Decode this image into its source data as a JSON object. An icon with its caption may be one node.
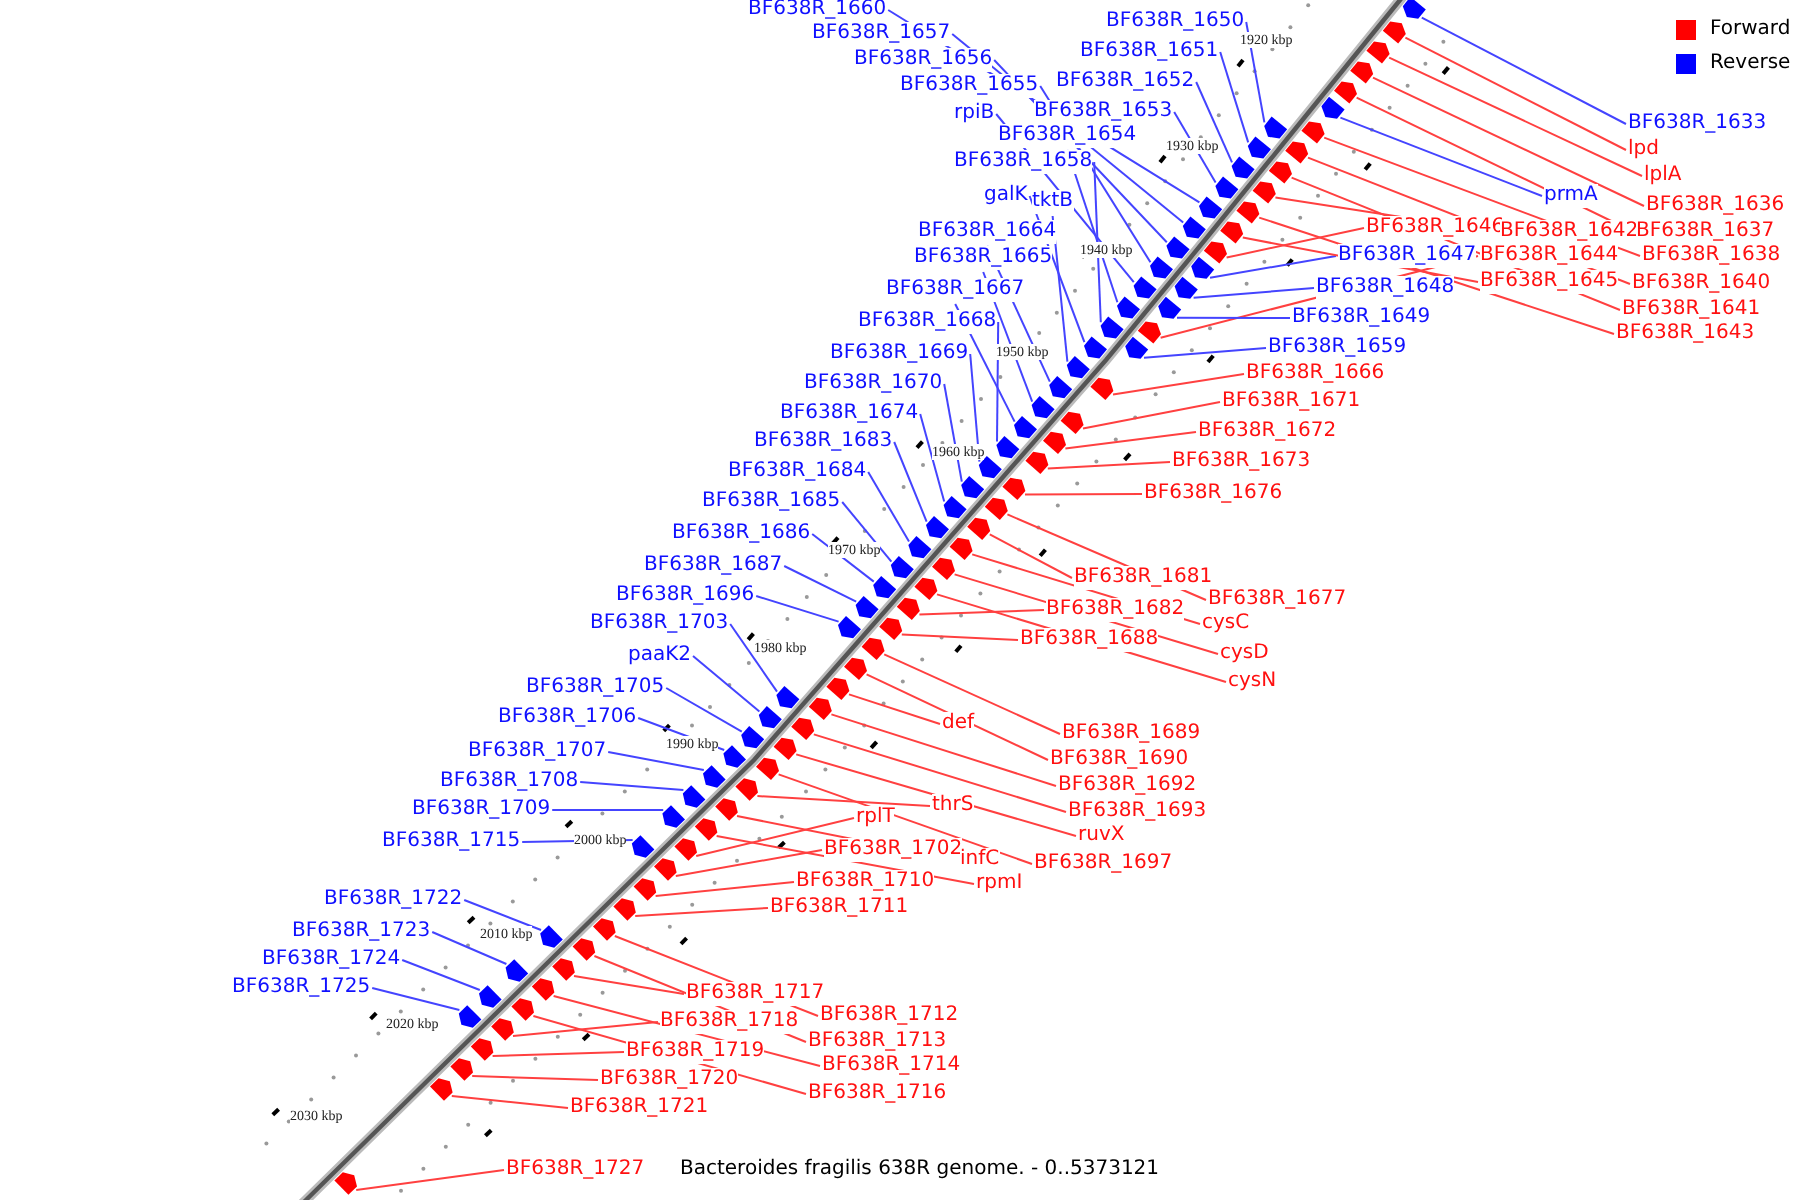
{
  "diagram": {
    "caption": "Bacteroides fragilis 638R genome. - 0..5373121",
    "nodes": [
      {
        "text": [
          "BF638R_1660"
        ]
      },
      {
        "text": [
          "BF638R_1650"
        ]
      },
      {
        "text": [
          "BF638R_1657"
        ]
      },
      {
        "text": [
          "BF638R_1651"
        ]
      },
      {
        "text": [
          "BF638R_1656"
        ]
      },
      {
        "text": [
          "BF638R_1652"
        ]
      },
      {
        "text": [
          "BF638R_1655"
        ]
      },
      {
        "text": [
          "BF638R_1633"
        ]
      },
      {
        "text": [
          "rpiB"
        ]
      },
      {
        "text": [
          "BF638R_1653"
        ]
      },
      {
        "text": [
          "BF638R_1654"
        ]
      },
      {
        "text": [
          "lpd"
        ]
      },
      {
        "text": [
          "BF638R_1658"
        ]
      },
      {
        "text": [
          "lplA"
        ]
      },
      {
        "text": [
          "galK"
        ]
      },
      {
        "text": [
          "tktB"
        ]
      },
      {
        "text": [
          "prmA"
        ]
      },
      {
        "text": [
          "BF638R_1636"
        ]
      },
      {
        "text": [
          "BF638R_1646"
        ]
      },
      {
        "text": [
          "BF638R_1642"
        ]
      },
      {
        "text": [
          "BF638R_1637"
        ]
      },
      {
        "text": [
          "BF638R_1664"
        ]
      },
      {
        "text": [
          "BF638R_1647"
        ]
      },
      {
        "text": [
          "BF638R_1644"
        ]
      },
      {
        "text": [
          "BF638R_1638"
        ]
      },
      {
        "text": [
          "BF638R_1665"
        ]
      },
      {
        "text": [
          "BF638R_1645"
        ]
      },
      {
        "text": [
          "BF638R_1640"
        ]
      },
      {
        "text": [
          "BF638R_1648"
        ]
      },
      {
        "text": [
          "BF638R_1667"
        ]
      },
      {
        "text": [
          "BF638R_1641"
        ]
      },
      {
        "text": [
          "BF638R_1649"
        ]
      },
      {
        "text": [
          "BF638R_1668"
        ]
      },
      {
        "text": [
          "BF638R_1643"
        ]
      },
      {
        "text": [
          "BF638R_1659"
        ]
      },
      {
        "text": [
          "BF638R_1669"
        ]
      },
      {
        "text": [
          "BF638R_1666"
        ]
      },
      {
        "text": [
          "BF638R_1670"
        ]
      },
      {
        "text": [
          "BF638R_1671"
        ]
      },
      {
        "text": [
          "BF638R_1674"
        ]
      },
      {
        "text": [
          "BF638R_1672"
        ]
      },
      {
        "text": [
          "BF638R_1683"
        ]
      },
      {
        "text": [
          "BF638R_1673"
        ]
      },
      {
        "text": [
          "BF638R_1684"
        ]
      },
      {
        "text": [
          "BF638R_1676"
        ]
      },
      {
        "text": [
          "BF638R_1685"
        ]
      },
      {
        "text": [
          "BF638R_1686"
        ]
      },
      {
        "text": [
          "BF638R_1687"
        ]
      },
      {
        "text": [
          "BF638R_1681"
        ]
      },
      {
        "text": [
          "BF638R_1696"
        ]
      },
      {
        "text": [
          "BF638R_1677"
        ]
      },
      {
        "text": [
          "BF638R_1682"
        ]
      },
      {
        "text": [
          "BF638R_1703"
        ]
      },
      {
        "text": [
          "cysC"
        ]
      },
      {
        "text": [
          "BF638R_1688"
        ]
      },
      {
        "text": [
          "cysD"
        ]
      },
      {
        "text": [
          "paaK2"
        ]
      },
      {
        "text": [
          "cysN"
        ]
      },
      {
        "text": [
          "BF638R_1705"
        ]
      },
      {
        "text": [
          "BF638R_1706"
        ]
      },
      {
        "text": [
          "def"
        ]
      },
      {
        "text": [
          "BF638R_1689"
        ]
      },
      {
        "text": [
          "BF638R_1707"
        ]
      },
      {
        "text": [
          "BF638R_1690"
        ]
      },
      {
        "text": [
          "BF638R_1708"
        ]
      },
      {
        "text": [
          "BF638R_1692"
        ]
      },
      {
        "text": [
          "thrS"
        ]
      },
      {
        "text": [
          "BF638R_1709"
        ]
      },
      {
        "text": [
          "BF638R_1693"
        ]
      },
      {
        "text": [
          "rplT"
        ]
      },
      {
        "text": [
          "ruvX"
        ]
      },
      {
        "text": [
          "BF638R_1715"
        ]
      },
      {
        "text": [
          "BF638R_1702"
        ]
      },
      {
        "text": [
          "infC"
        ]
      },
      {
        "text": [
          "BF638R_1697"
        ]
      },
      {
        "text": [
          "BF638R_1710"
        ]
      },
      {
        "text": [
          "rpmI"
        ]
      },
      {
        "text": [
          "BF638R_1722"
        ]
      },
      {
        "text": [
          "BF638R_1711"
        ]
      },
      {
        "text": [
          "BF638R_1723"
        ]
      },
      {
        "text": [
          "BF638R_1724"
        ]
      },
      {
        "text": [
          "BF638R_1725"
        ]
      },
      {
        "text": [
          "BF638R_1717"
        ]
      },
      {
        "text": [
          "BF638R_1712"
        ]
      },
      {
        "text": [
          "BF638R_1718"
        ]
      },
      {
        "text": [
          "BF638R_1713"
        ]
      },
      {
        "text": [
          "BF638R_1719"
        ]
      },
      {
        "text": [
          "BF638R_1714"
        ]
      },
      {
        "text": [
          "BF638R_1720"
        ]
      },
      {
        "text": [
          "BF638R_1716"
        ]
      },
      {
        "text": [
          "BF638R_1721"
        ]
      },
      {
        "text": [
          "BF638R_1727"
        ]
      },
      {
        "text": [],
        "shape": "arrow"
      },
      {
        "text": [],
        "shape": "arrow"
      },
      {
        "text": [],
        "shape": "arrow"
      },
      {
        "text": [],
        "shape": "arrow"
      },
      {
        "text": [],
        "shape": "arrow"
      },
      {
        "text": [],
        "shape": "arrow"
      },
      {
        "text": [],
        "shape": "arrow"
      },
      {
        "text": [],
        "shape": "arrow"
      },
      {
        "text": [],
        "shape": "arrow"
      },
      {
        "text": [],
        "shape": "arrow"
      },
      {
        "text": [],
        "shape": "arrow"
      },
      {
        "text": [],
        "shape": "arrow"
      },
      {
        "text": [],
        "shape": "arrow"
      },
      {
        "text": [],
        "shape": "arrow"
      },
      {
        "text": [],
        "shape": "arrow"
      },
      {
        "text": [],
        "shape": "arrow"
      },
      {
        "text": [],
        "shape": "arrow"
      },
      {
        "text": [],
        "shape": "arrow"
      },
      {
        "text": [],
        "shape": "arrow"
      },
      {
        "text": [],
        "shape": "arrow"
      },
      {
        "text": [],
        "shape": "arrow"
      },
      {
        "text": [],
        "shape": "arrow"
      },
      {
        "text": [],
        "shape": "arrow"
      },
      {
        "text": [],
        "shape": "arrow"
      },
      {
        "text": [],
        "shape": "arrow"
      },
      {
        "text": [],
        "shape": "arrow"
      },
      {
        "text": [],
        "shape": "arrow"
      },
      {
        "text": [],
        "shape": "arrow"
      },
      {
        "text": [],
        "shape": "arrow"
      },
      {
        "text": [],
        "shape": "arrow"
      },
      {
        "text": [],
        "shape": "arrow"
      },
      {
        "text": [],
        "shape": "arrow"
      },
      {
        "text": [],
        "shape": "arrow"
      },
      {
        "text": [],
        "shape": "arrow"
      },
      {
        "text": [],
        "shape": "arrow"
      },
      {
        "text": [],
        "shape": "arrow"
      },
      {
        "text": [],
        "shape": "arrow"
      },
      {
        "text": [],
        "shape": "arrow"
      },
      {
        "text": [],
        "shape": "arrow"
      },
      {
        "text": [],
        "shape": "arrow"
      },
      {
        "text": [],
        "shape": "arrow"
      },
      {
        "text": [],
        "shape": "arrow"
      },
      {
        "text": [],
        "shape": "arrow"
      },
      {
        "text": [],
        "shape": "arrow"
      },
      {
        "text": [],
        "shape": "arrow"
      },
      {
        "text": [],
        "shape": "arrow"
      },
      {
        "text": [],
        "shape": "arrow"
      },
      {
        "text": [],
        "shape": "arrow"
      },
      {
        "text": [],
        "shape": "arrow"
      },
      {
        "text": [],
        "shape": "arrow"
      },
      {
        "text": [],
        "shape": "arrow"
      },
      {
        "text": [],
        "shape": "arrow"
      },
      {
        "text": [],
        "shape": "arrow"
      },
      {
        "text": [],
        "shape": "arrow"
      },
      {
        "text": [],
        "shape": "arrow"
      },
      {
        "text": [],
        "shape": "arrow"
      },
      {
        "text": [],
        "shape": "arrow"
      },
      {
        "text": [],
        "shape": "arrow"
      },
      {
        "text": [],
        "shape": "arrow"
      },
      {
        "text": [],
        "shape": "arrow"
      },
      {
        "text": [],
        "shape": "arrow"
      },
      {
        "text": [],
        "shape": "arrow"
      },
      {
        "text": [],
        "shape": "arrow"
      },
      {
        "text": [],
        "shape": "arrow"
      },
      {
        "text": [],
        "shape": "arrow"
      },
      {
        "text": [],
        "shape": "arrow"
      },
      {
        "text": [],
        "shape": "arrow"
      },
      {
        "text": [],
        "shape": "arrow"
      },
      {
        "text": [],
        "shape": "arrow"
      },
      {
        "text": [],
        "shape": "arrow"
      },
      {
        "text": [],
        "shape": "arrow"
      },
      {
        "text": [],
        "shape": "arrow"
      },
      {
        "text": [],
        "shape": "arrow"
      },
      {
        "text": [],
        "shape": "arrow"
      },
      {
        "text": [],
        "shape": "arrow"
      },
      {
        "text": [],
        "shape": "arrow"
      },
      {
        "text": [],
        "shape": "arrow"
      },
      {
        "text": [],
        "shape": "arrow"
      },
      {
        "text": [],
        "shape": "arrow"
      },
      {
        "text": [],
        "shape": "arrow"
      },
      {
        "text": [],
        "shape": "arrow"
      },
      {
        "text": [],
        "shape": "arrow"
      },
      {
        "text": [],
        "shape": "arrow"
      },
      {
        "text": [],
        "shape": "arrow"
      },
      {
        "text": [],
        "shape": "arrow"
      },
      {
        "text": [],
        "shape": "arrow"
      },
      {
        "text": [],
        "shape": "arrow"
      },
      {
        "text": [],
        "shape": "arrow"
      },
      {
        "text": [],
        "shape": "arrow"
      },
      {
        "text": [],
        "shape": "arrow"
      },
      {
        "text": [],
        "shape": "arrow"
      },
      {
        "text": [],
        "shape": "arrow"
      }
    ],
    "edges": [
      {
        "from": 0,
        "to": 92,
        "arrow": "none",
        "color": "#4444ff"
      },
      {
        "from": 1,
        "to": 93,
        "arrow": "none",
        "color": "#4444ff"
      },
      {
        "from": 2,
        "to": 94,
        "arrow": "none",
        "color": "#4444ff"
      },
      {
        "from": 3,
        "to": 95,
        "arrow": "none",
        "color": "#4444ff"
      },
      {
        "from": 4,
        "to": 96,
        "arrow": "none",
        "color": "#4444ff"
      },
      {
        "from": 5,
        "to": 97,
        "arrow": "none",
        "color": "#4444ff"
      },
      {
        "from": 6,
        "to": 98,
        "arrow": "none",
        "color": "#4444ff"
      },
      {
        "from": 7,
        "to": 99,
        "arrow": "none",
        "color": "#4444ff"
      },
      {
        "from": 8,
        "to": 100,
        "arrow": "none",
        "color": "#4444ff"
      },
      {
        "from": 9,
        "to": 101,
        "arrow": "none",
        "color": "#4444ff"
      },
      {
        "from": 10,
        "to": 102,
        "arrow": "none",
        "color": "#4444ff"
      },
      {
        "from": 11,
        "to": 103,
        "arrow": "none"
      },
      {
        "from": 12,
        "to": 104,
        "arrow": "none",
        "color": "#4444ff"
      },
      {
        "from": 13,
        "to": 105,
        "arrow": "none"
      },
      {
        "from": 14,
        "to": 106,
        "arrow": "none",
        "color": "#4444ff"
      },
      {
        "from": 15,
        "to": 107,
        "arrow": "none",
        "color": "#4444ff"
      },
      {
        "from": 16,
        "to": 108,
        "arrow": "none",
        "color": "#4444ff"
      },
      {
        "from": 17,
        "to": 109,
        "arrow": "none"
      },
      {
        "from": 18,
        "to": 110,
        "arrow": "none"
      },
      {
        "from": 19,
        "to": 111,
        "arrow": "none"
      },
      {
        "from": 20,
        "to": 112,
        "arrow": "none"
      },
      {
        "from": 21,
        "to": 113,
        "arrow": "none",
        "color": "#4444ff"
      },
      {
        "from": 22,
        "to": 114,
        "arrow": "none",
        "color": "#4444ff"
      },
      {
        "from": 23,
        "to": 115,
        "arrow": "none"
      },
      {
        "from": 24,
        "to": 116,
        "arrow": "none"
      },
      {
        "from": 25,
        "to": 117,
        "arrow": "none",
        "color": "#4444ff"
      },
      {
        "from": 26,
        "to": 118,
        "arrow": "none"
      },
      {
        "from": 27,
        "to": 119,
        "arrow": "none"
      },
      {
        "from": 28,
        "to": 120,
        "arrow": "none",
        "color": "#4444ff"
      },
      {
        "from": 29,
        "to": 121,
        "arrow": "none",
        "color": "#4444ff"
      },
      {
        "from": 30,
        "to": 122,
        "arrow": "none"
      },
      {
        "from": 31,
        "to": 123,
        "arrow": "none",
        "color": "#4444ff"
      },
      {
        "from": 32,
        "to": 124,
        "arrow": "none",
        "color": "#4444ff"
      },
      {
        "from": 33,
        "to": 125,
        "arrow": "none"
      },
      {
        "from": 34,
        "to": 126,
        "arrow": "none",
        "color": "#4444ff"
      },
      {
        "from": 35,
        "to": 127,
        "arrow": "none",
        "color": "#4444ff"
      },
      {
        "from": 36,
        "to": 128,
        "arrow": "none"
      },
      {
        "from": 37,
        "to": 129,
        "arrow": "none",
        "color": "#4444ff"
      },
      {
        "from": 38,
        "to": 130,
        "arrow": "none"
      },
      {
        "from": 39,
        "to": 131,
        "arrow": "none",
        "color": "#4444ff"
      },
      {
        "from": 40,
        "to": 132,
        "arrow": "none"
      },
      {
        "from": 41,
        "to": 133,
        "arrow": "none",
        "color": "#4444ff"
      },
      {
        "from": 42,
        "to": 134,
        "arrow": "none"
      },
      {
        "from": 43,
        "to": 135,
        "arrow": "none",
        "color": "#4444ff"
      },
      {
        "from": 44,
        "to": 136,
        "arrow": "none"
      },
      {
        "from": 45,
        "to": 137,
        "arrow": "none",
        "color": "#4444ff"
      },
      {
        "from": 46,
        "to": 138,
        "arrow": "none",
        "color": "#4444ff"
      },
      {
        "from": 47,
        "to": 139,
        "arrow": "none",
        "color": "#4444ff"
      },
      {
        "from": 48,
        "to": 140,
        "arrow": "none"
      },
      {
        "from": 49,
        "to": 141,
        "arrow": "none",
        "color": "#4444ff"
      },
      {
        "from": 50,
        "to": 142,
        "arrow": "none"
      },
      {
        "from": 51,
        "to": 143,
        "arrow": "none"
      },
      {
        "from": 52,
        "to": 144,
        "arrow": "none",
        "color": "#4444ff"
      },
      {
        "from": 53,
        "to": 145,
        "arrow": "none"
      },
      {
        "from": 54,
        "to": 146,
        "arrow": "none"
      },
      {
        "from": 55,
        "to": 147,
        "arrow": "none"
      },
      {
        "from": 56,
        "to": 148,
        "arrow": "none",
        "color": "#4444ff"
      },
      {
        "from": 57,
        "to": 149,
        "arrow": "none"
      },
      {
        "from": 58,
        "to": 150,
        "arrow": "none",
        "color": "#4444ff"
      },
      {
        "from": 59,
        "to": 151,
        "arrow": "none",
        "color": "#4444ff"
      },
      {
        "from": 60,
        "to": 152,
        "arrow": "none"
      },
      {
        "from": 61,
        "to": 153,
        "arrow": "none"
      },
      {
        "from": 62,
        "to": 154,
        "arrow": "none",
        "color": "#4444ff"
      },
      {
        "from": 63,
        "to": 155,
        "arrow": "none"
      },
      {
        "from": 64,
        "to": 156,
        "arrow": "none",
        "color": "#4444ff"
      },
      {
        "from": 65,
        "to": 157,
        "arrow": "none"
      },
      {
        "from": 66,
        "to": 158,
        "arrow": "none"
      },
      {
        "from": 67,
        "to": 159,
        "arrow": "none",
        "color": "#4444ff"
      },
      {
        "from": 68,
        "to": 160,
        "arrow": "none"
      },
      {
        "from": 69,
        "to": 161,
        "arrow": "none"
      },
      {
        "from": 70,
        "to": 162,
        "arrow": "none"
      },
      {
        "from": 71,
        "to": 163,
        "arrow": "none",
        "color": "#4444ff"
      },
      {
        "from": 72,
        "to": 164,
        "arrow": "none"
      },
      {
        "from": 73,
        "to": 165,
        "arrow": "none"
      },
      {
        "from": 74,
        "to": 166,
        "arrow": "none"
      },
      {
        "from": 75,
        "to": 167,
        "arrow": "none"
      },
      {
        "from": 76,
        "to": 168,
        "arrow": "none"
      },
      {
        "from": 77,
        "to": 169,
        "arrow": "none",
        "color": "#4444ff"
      },
      {
        "from": 78,
        "to": 170,
        "arrow": "none"
      },
      {
        "from": 79,
        "to": 171,
        "arrow": "none",
        "color": "#4444ff"
      },
      {
        "from": 80,
        "to": 172,
        "arrow": "none",
        "color": "#4444ff"
      },
      {
        "from": 81,
        "to": 173,
        "arrow": "none",
        "color": "#4444ff"
      },
      {
        "from": 82,
        "to": 174,
        "arrow": "none"
      },
      {
        "from": 83,
        "to": 175,
        "arrow": "none"
      },
      {
        "from": 84,
        "to": 176,
        "arrow": "none"
      },
      {
        "from": 85,
        "to": 177,
        "arrow": "none"
      },
      {
        "from": 86,
        "to": 178,
        "arrow": "none"
      },
      {
        "from": 87,
        "to": 179,
        "arrow": "none"
      },
      {
        "from": 88,
        "to": 180,
        "arrow": "none"
      },
      {
        "from": 89,
        "to": 181,
        "arrow": "none"
      },
      {
        "from": 90,
        "to": 182,
        "arrow": "none"
      },
      {
        "from": 91,
        "to": 183,
        "arrow": "none"
      }
    ],
    "labels": [
      "1920 kbp",
      "1930 kbp",
      "1940 kbp",
      "1950 kbp",
      "1960 kbp",
      "1970 kbp",
      "1980 kbp",
      "1990 kbp",
      "2000 kbp",
      "2010 kbp",
      "2020 kbp",
      "2030 kbp"
    ],
    "legend": [
      {
        "text": "Forward",
        "color": "#ff0000"
      },
      {
        "text": "Reverse",
        "color": "#0000ff"
      }
    ]
  }
}
